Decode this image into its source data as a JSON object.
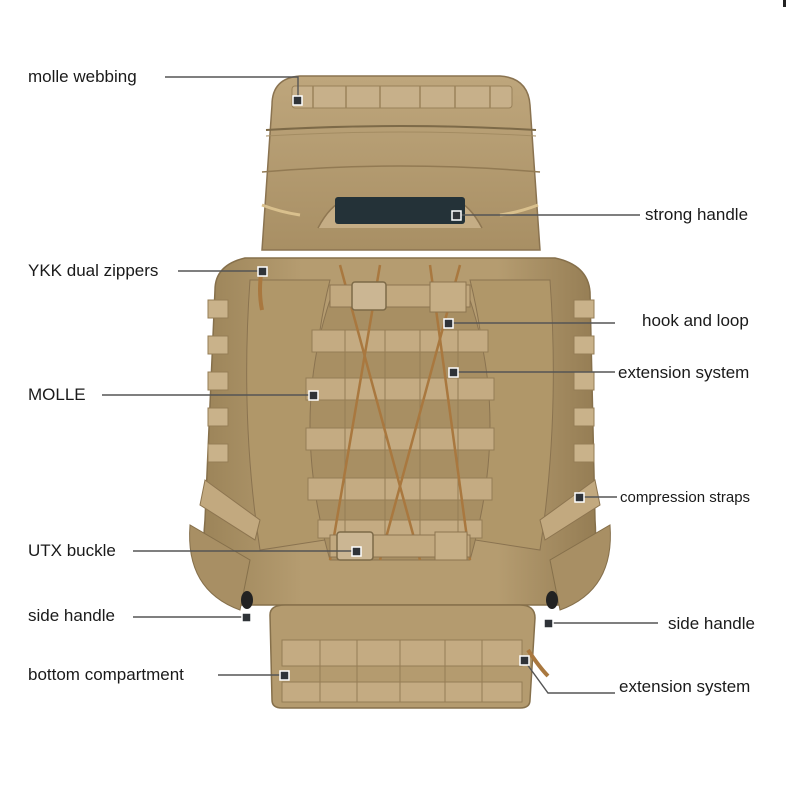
{
  "diagram": {
    "type": "product-feature-callouts",
    "subject": "tactical backpack (front view)",
    "colors": {
      "background": "#ffffff",
      "fabric_main": "#b39a6d",
      "fabric_light": "#c7b08a",
      "fabric_dark": "#8e7650",
      "webbing": "#c4ab82",
      "bungee_cord": "#a9783f",
      "handle_pad": "#243238",
      "leader_line": "#555555",
      "marker_fill": "#2f3338",
      "marker_border": "#ffffff",
      "label_text": "#1a1a1a"
    },
    "labels_left": [
      {
        "id": "molle-webbing",
        "text": "molle webbing"
      },
      {
        "id": "ykk-dual-zippers",
        "text": "YKK dual zippers"
      },
      {
        "id": "molle",
        "text": "MOLLE"
      },
      {
        "id": "utx-buckle",
        "text": "UTX buckle"
      },
      {
        "id": "side-handle-left",
        "text": "side handle"
      },
      {
        "id": "bottom-compartment",
        "text": "bottom compartment"
      }
    ],
    "labels_right": [
      {
        "id": "strong-handle",
        "text": "strong handle"
      },
      {
        "id": "hook-and-loop",
        "text": "hook and loop"
      },
      {
        "id": "extension-system-upper",
        "text": "extension system"
      },
      {
        "id": "compression-straps",
        "text": "compression straps"
      },
      {
        "id": "side-handle-right",
        "text": "side handle"
      },
      {
        "id": "extension-system-lower",
        "text": "extension system"
      }
    ]
  }
}
